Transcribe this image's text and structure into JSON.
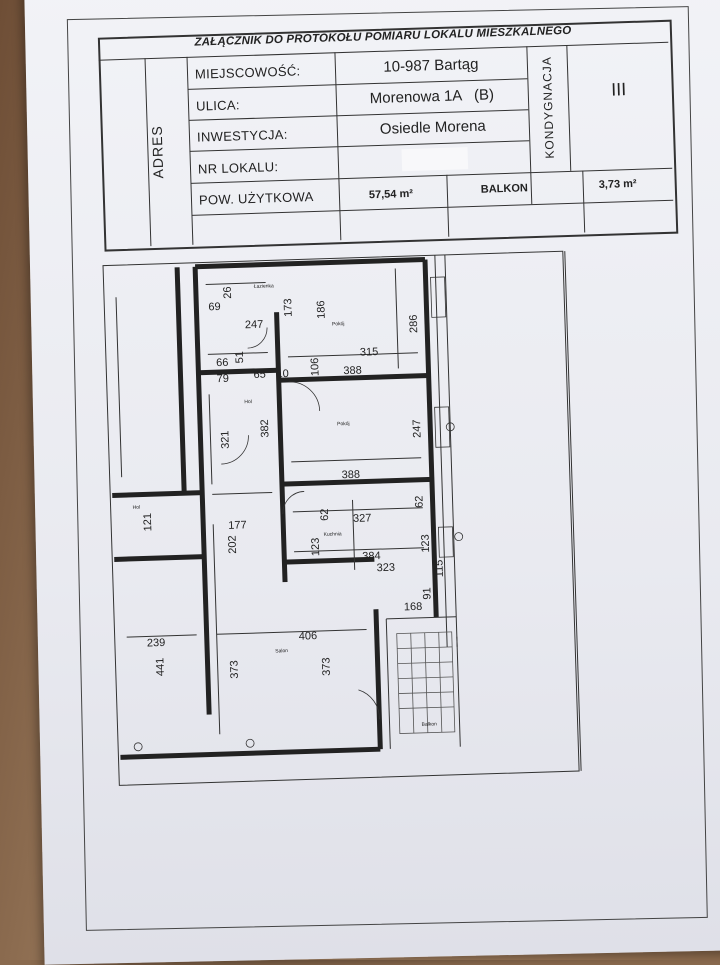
{
  "header": {
    "title": "ZAŁĄCZNIK DO PROTOKOŁU POMIARU LOKALU MIESZKALNEGO",
    "section_label": "ADRES",
    "fields": {
      "miejscowosc_label": "MIEJSCOWOŚĆ:",
      "miejscowosc_value": "10-987 Bartąg",
      "ulica_label": "ULICA:",
      "ulica_value": "Morenowa 1A   (B)",
      "inwestycja_label": "INWESTYCJA:",
      "inwestycja_value": "Osiedle Morena",
      "nr_lokalu_label": "NR LOKALU:",
      "nr_lokalu_value": "",
      "pow_label": "POW. UŻYTKOWA",
      "pow_value": "57,54 m²",
      "balkon_label": "BALKON",
      "balkon_value": "3,73 m²"
    },
    "kondygnacja_label": "KONDYGNACJA",
    "kondygnacja_value": "III"
  },
  "plan": {
    "rooms": {
      "lazienka": "Łazienka",
      "pokoj1": "Pokój",
      "pokoj2": "Pokój",
      "hol": "Hol",
      "hol_left": "Hol",
      "kuchnia": "Kuchnia",
      "salon": "Salon",
      "balkon": "Balkon"
    },
    "dims": {
      "d69": "69",
      "d26": "26",
      "d247": "247",
      "d173": "173",
      "d186": "186",
      "d286": "286",
      "d66": "66",
      "d51": "51",
      "d79": "79",
      "d65": "65",
      "d10": "10",
      "d106": "106",
      "d315": "315",
      "d388a": "388",
      "d321": "321",
      "d382": "382",
      "d247b": "247",
      "d388b": "388",
      "d121": "121",
      "d177": "177",
      "d202": "202",
      "d327": "327",
      "d62a": "62",
      "d62b": "62",
      "d123a": "123",
      "d123b": "123",
      "d384": "384",
      "d323": "323",
      "d91": "91",
      "d115": "115",
      "d168": "168",
      "d239": "239",
      "d441": "441",
      "d406": "406",
      "d373a": "373",
      "d373b": "373"
    }
  }
}
